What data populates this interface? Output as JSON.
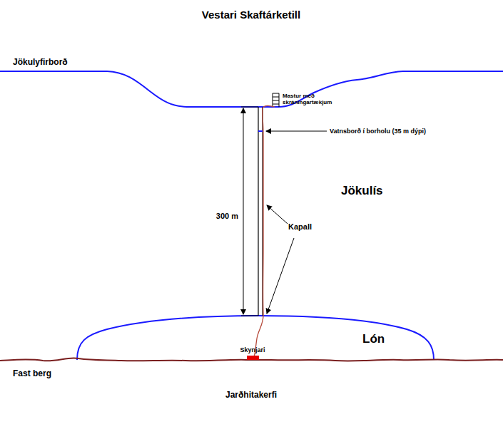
{
  "diagram": {
    "title": "Vestari Skaftárketill",
    "labels": [
      "Jökulyfirborð",
      "Mastur með skráningartækjum",
      "Vatnsborð í borholu (35 m dýpi)",
      "300 m",
      "Jökulís",
      "Kapall",
      "Lón",
      "Skynjari",
      "Fast berg",
      "Jarðhitakerfi"
    ]
  }
}
